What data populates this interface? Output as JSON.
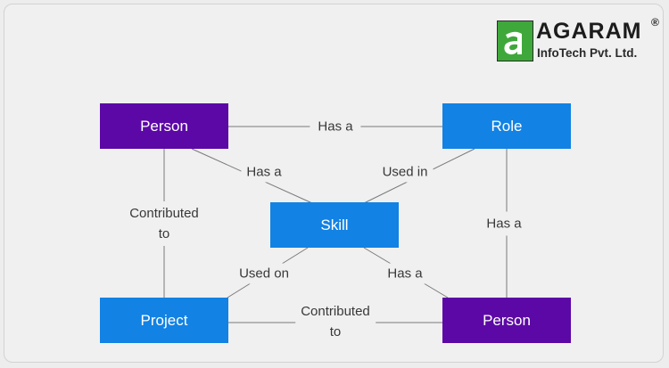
{
  "logo": {
    "name": "AGARAM",
    "registered_mark": "®",
    "subtitle": "InfoTech Pvt. Ltd."
  },
  "colors": {
    "person_node": "#5c08a6",
    "entity_node": "#1282e4",
    "connector": "#7a7a7a",
    "label_text": "#383838"
  },
  "nodes": {
    "person_top": "Person",
    "role": "Role",
    "skill": "Skill",
    "project": "Project",
    "person_bottom": "Person"
  },
  "edges": {
    "person_role": "Has a",
    "person_skill": "Has a",
    "role_skill": "Used in",
    "person_project_line1": "Contributed",
    "person_project_line2": "to",
    "role_person": "Has a",
    "skill_project": "Used on",
    "skill_person": "Has a",
    "project_person_line1": "Contributed",
    "project_person_line2": "to"
  }
}
